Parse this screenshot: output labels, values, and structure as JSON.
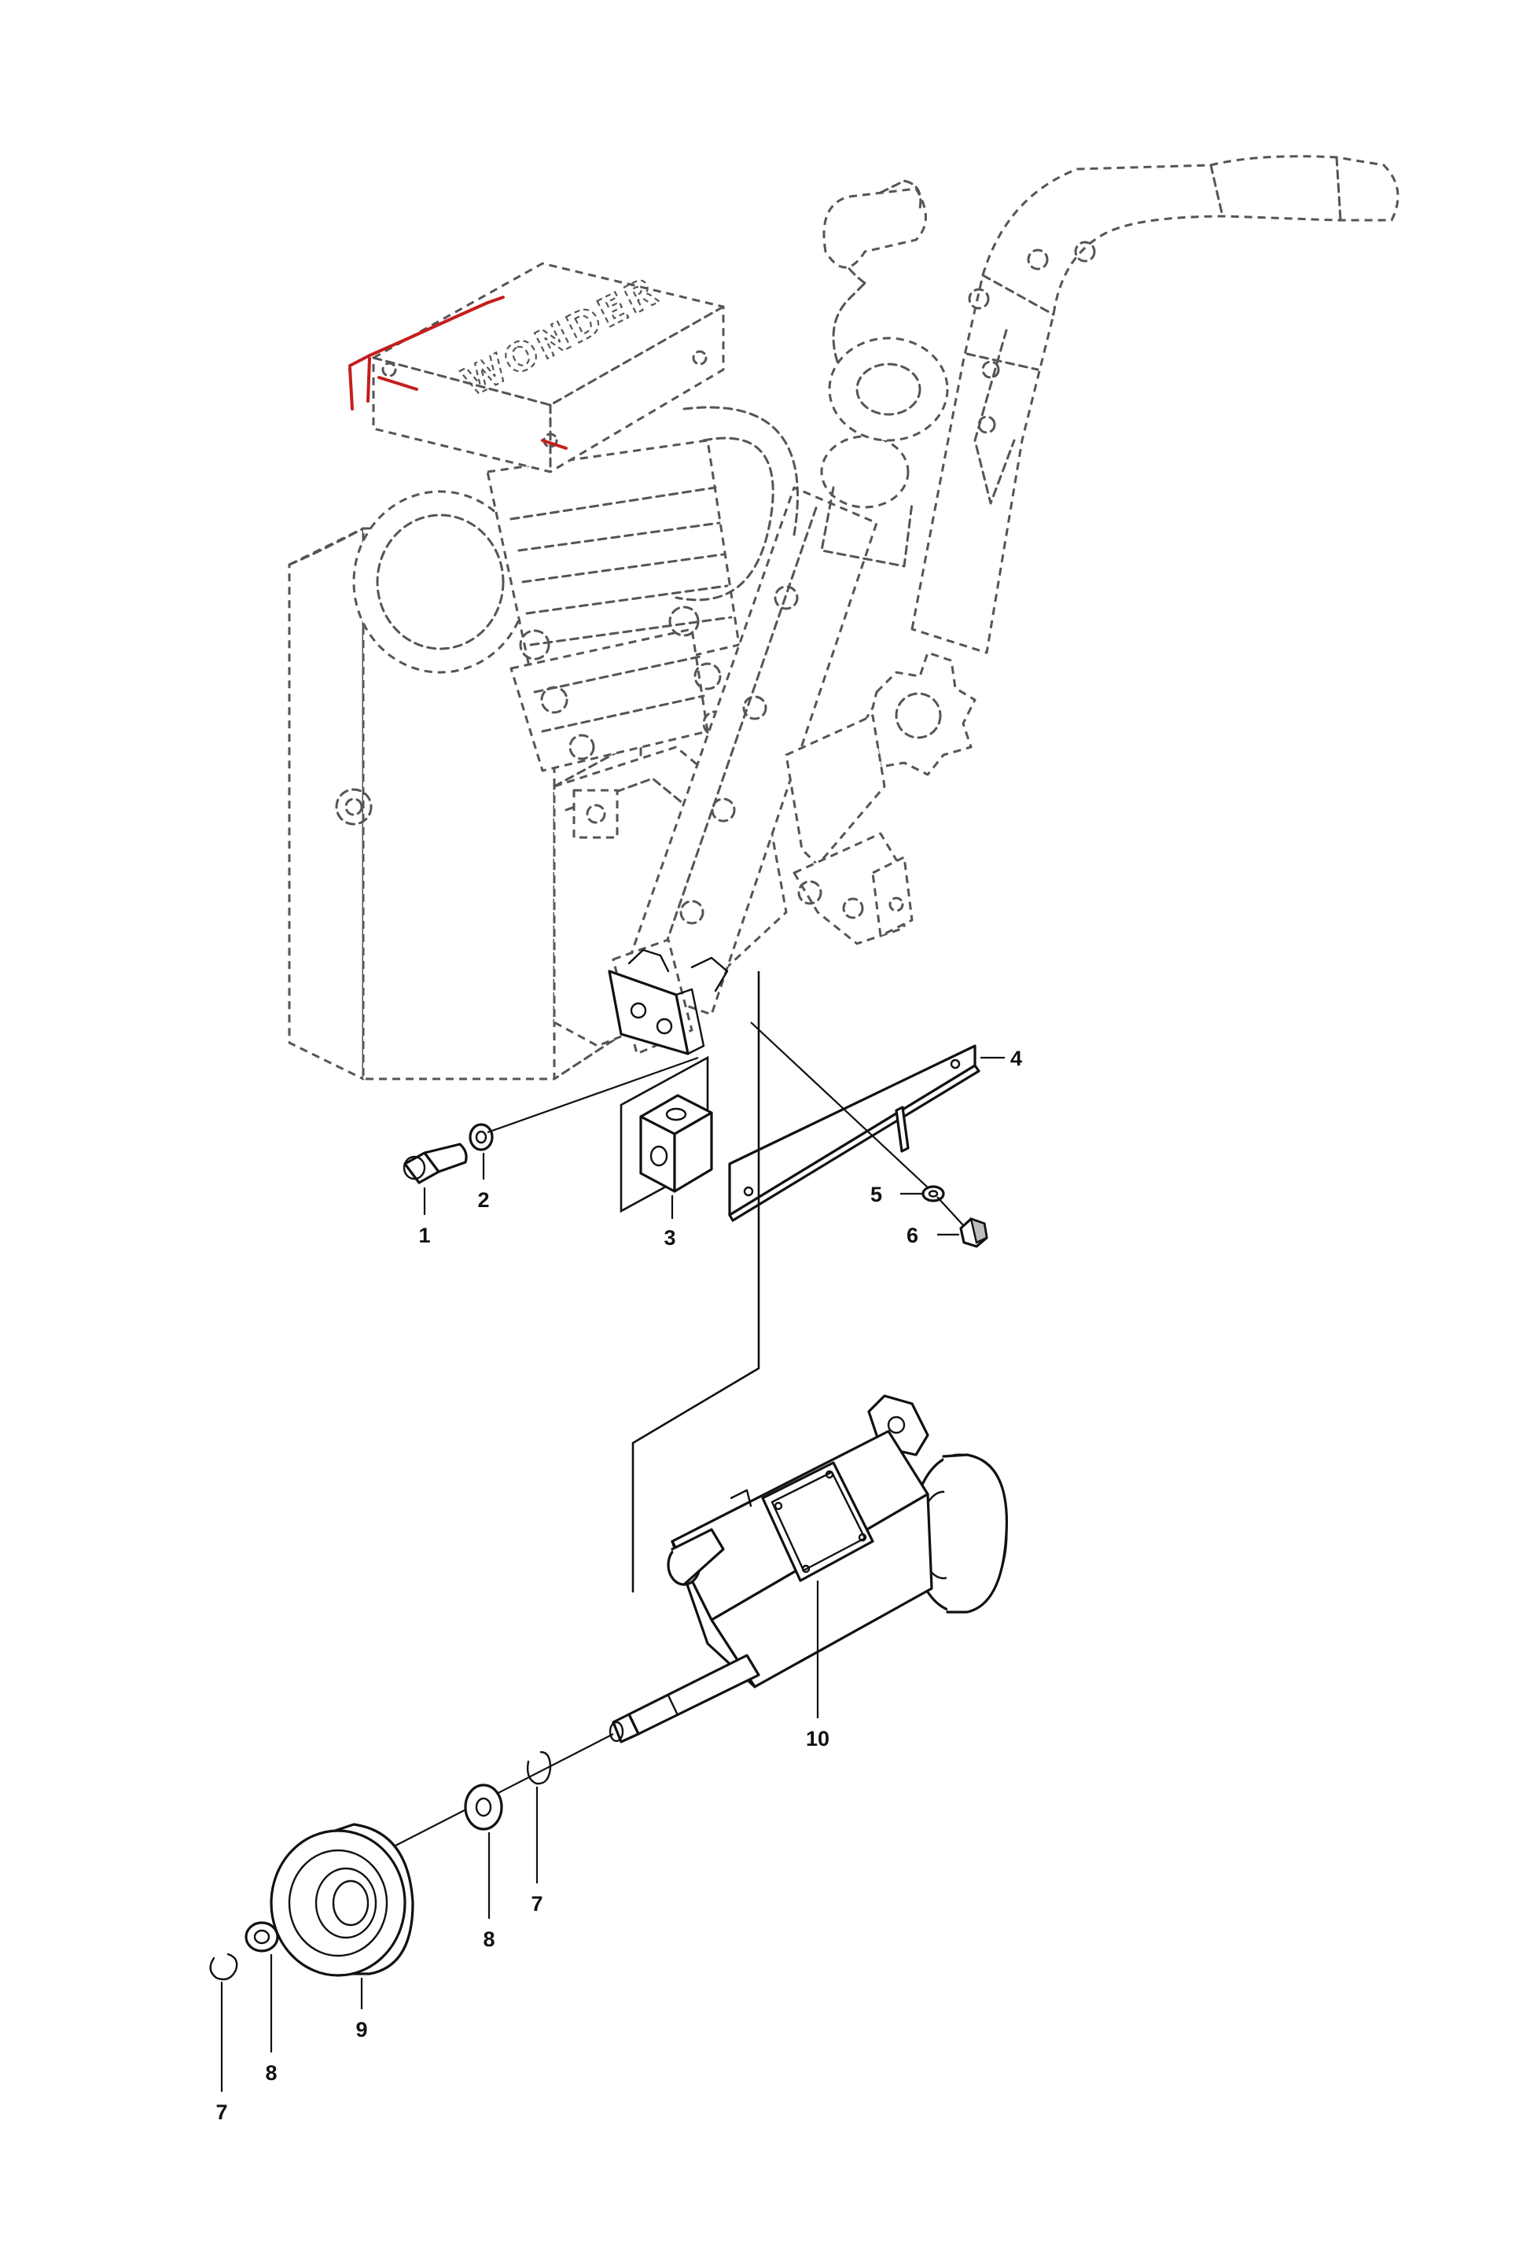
{
  "diagram": {
    "brand_label": "WONDER",
    "brand_color": "#c41e1e",
    "callouts": [
      {
        "id": "1",
        "text": "1"
      },
      {
        "id": "2",
        "text": "2"
      },
      {
        "id": "3",
        "text": "3"
      },
      {
        "id": "4",
        "text": "4"
      },
      {
        "id": "5",
        "text": "5"
      },
      {
        "id": "6",
        "text": "6"
      },
      {
        "id": "7a",
        "text": "7"
      },
      {
        "id": "7b",
        "text": "7"
      },
      {
        "id": "8a",
        "text": "8"
      },
      {
        "id": "8b",
        "text": "8"
      },
      {
        "id": "9",
        "text": "9"
      },
      {
        "id": "10",
        "text": "10"
      }
    ]
  }
}
